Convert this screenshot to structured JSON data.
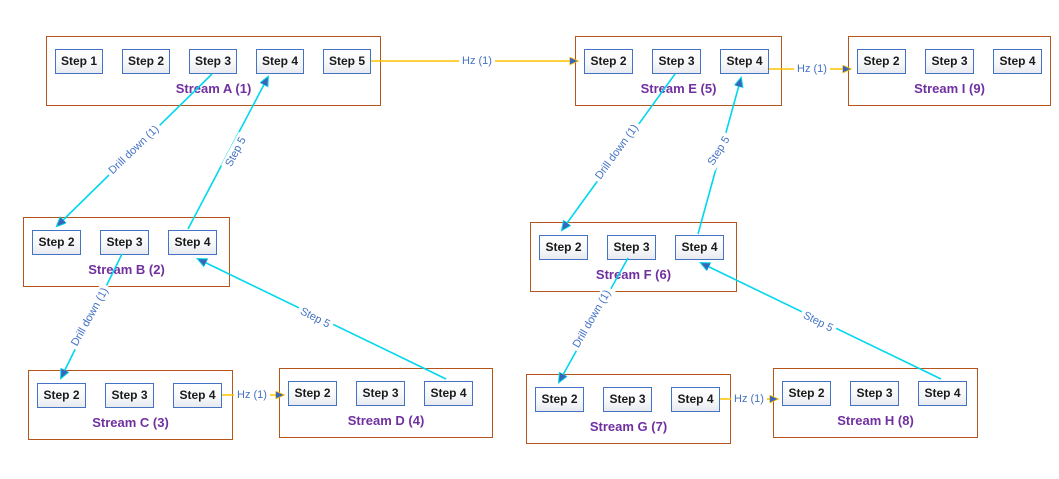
{
  "diagram_title": "",
  "streams": [
    {
      "name": "Stream A (1)",
      "steps": [
        "Step 1",
        "Step 2",
        "Step 3",
        "Step 4",
        "Step 5"
      ]
    },
    {
      "name": "Stream B (2)",
      "steps": [
        "Step 2",
        "Step 3",
        "Step 4"
      ]
    },
    {
      "name": "Stream C (3)",
      "steps": [
        "Step 2",
        "Step 3",
        "Step 4"
      ]
    },
    {
      "name": "Stream D (4)",
      "steps": [
        "Step 2",
        "Step 3",
        "Step 4"
      ]
    },
    {
      "name": "Stream E (5)",
      "steps": [
        "Step 2",
        "Step 3",
        "Step 4"
      ]
    },
    {
      "name": "Stream F (6)",
      "steps": [
        "Step 2",
        "Step 3",
        "Step 4"
      ]
    },
    {
      "name": "Stream G (7)",
      "steps": [
        "Step 2",
        "Step 3",
        "Step 4"
      ]
    },
    {
      "name": "Stream H (8)",
      "steps": [
        "Step 2",
        "Step 3",
        "Step 4"
      ]
    },
    {
      "name": "Stream I (9)",
      "steps": [
        "Step 2",
        "Step 3",
        "Step 4"
      ]
    }
  ],
  "connectors": [
    {
      "label": "Hz (1)",
      "kind": "horizontal-flow",
      "from": "Stream A (1) Step 5",
      "to": "Stream E (5) Step 2"
    },
    {
      "label": "Drill down (1)",
      "kind": "drill-down",
      "from": "Stream A (1) Step 3",
      "to": "Stream B (2) Step 2"
    },
    {
      "label": "Step 5",
      "kind": "return-up",
      "from": "Stream B (2) Step 4",
      "to": "Stream A (1) Step 4"
    },
    {
      "label": "Drill down (1)",
      "kind": "drill-down",
      "from": "Stream B (2) Step 3",
      "to": "Stream C (3) Step 2"
    },
    {
      "label": "Step 5",
      "kind": "return-up",
      "from": "Stream D (4) Step 4",
      "to": "Stream B (2) Step 4"
    },
    {
      "label": "Hz (1)",
      "kind": "horizontal-flow",
      "from": "Stream C (3) Step 4",
      "to": "Stream D (4) Step 2"
    },
    {
      "label": "Hz (1)",
      "kind": "horizontal-flow",
      "from": "Stream E (5) Step 4",
      "to": "Stream I (9) Step 2"
    },
    {
      "label": "Drill down (1)",
      "kind": "drill-down",
      "from": "Stream E (5) Step 3",
      "to": "Stream F (6) Step 2"
    },
    {
      "label": "Step 5",
      "kind": "return-up",
      "from": "Stream F (6) Step 4",
      "to": "Stream E (5) Step 4"
    },
    {
      "label": "Drill down (1)",
      "kind": "drill-down",
      "from": "Stream F (6) Step 3",
      "to": "Stream G (7) Step 2"
    },
    {
      "label": "Step 5",
      "kind": "return-up",
      "from": "Stream H (8) Step 4",
      "to": "Stream F (6) Step 4"
    },
    {
      "label": "Hz (1)",
      "kind": "horizontal-flow",
      "from": "Stream G (7) Step 4",
      "to": "Stream H (8) Step 2"
    }
  ],
  "colors": {
    "background": "#FFFFFF",
    "stream_border": "#B5541B",
    "stream_label_text": "#7030A0",
    "step_border": "#4472C4",
    "step_fill_top": "#FFFFFF",
    "step_fill_bottom": "#E7EAEF",
    "step_label_text": "#1A1A1A",
    "horizontal_flow_link": "#FFC000",
    "drill_and_return_link": "#00D7EE",
    "link_label_text": "#4472C4",
    "arrowhead_fill": "#3A66B8"
  }
}
